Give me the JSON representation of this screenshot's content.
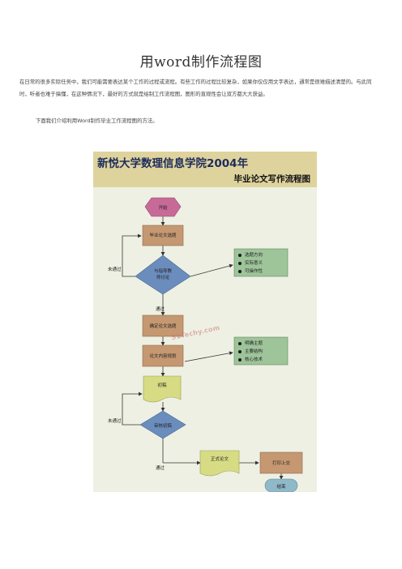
{
  "document": {
    "title": "用word制作流程图",
    "paragraph_1": "在日常的很多实际任务中，我们可能需要表达某个工作的过程或流程。有些工作的过程比较复杂，如果你仅仅用文字表达，通常是很难描述清楚的。与此同时，听者也难于搞懂，在这种情况下，最好的方式就是绘制工作流程图，图形的直观性会让双方都大大获益。",
    "paragraph_2": "下面我们介绍利用Word制作毕业工作流程图的方法。"
  },
  "figure": {
    "school": "新悦大学数理信息学院2004年",
    "subtitle": "毕业论文写作流程图",
    "nodes": {
      "start": "开始",
      "select_topic": "毕业论文选题",
      "discuss_line1": "与指导教",
      "discuss_line2": "师讨论",
      "confirm_topic": "确定论文选题",
      "plan": "论文内容规划",
      "draft": "初稿",
      "review": "审核初稿",
      "final": "正式论文",
      "print": "打印上交",
      "end": "结束"
    },
    "labels": {
      "not_passed_1": "未通过",
      "passed_1": "通过",
      "not_passed_2": "未通过",
      "passed_2": "通过"
    },
    "notes_1": [
      "选题方向",
      "实际意义",
      "可操作性"
    ],
    "notes_2": [
      "明确主题",
      "主要结构",
      "核心技术"
    ],
    "watermark": "51Techy.com",
    "colors": {
      "banner": "#dfd39d",
      "start": "#c86a98",
      "process": "#c59872",
      "decision": "#6b8dbd",
      "note": "#9ec49a",
      "document": "#d7db84",
      "end": "#8fb8c8"
    }
  }
}
